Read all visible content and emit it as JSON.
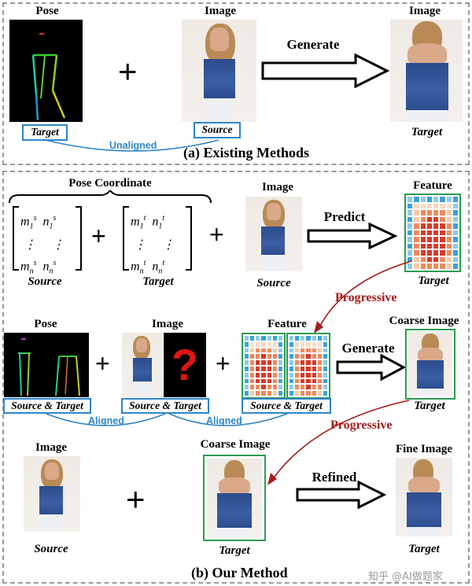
{
  "top_panel": {
    "pose_label": "Pose",
    "image_label": "Image",
    "output_image_label": "Image",
    "target_label": "Target",
    "source_label": "Source",
    "output_target_label": "Target",
    "generate_label": "Generate",
    "unaligned_label": "Unaligned",
    "caption": "(a) Existing Methods"
  },
  "bottom_panel": {
    "pose_coordinate_label": "Pose Coordinate",
    "source_matrix_label": "Source",
    "target_matrix_label": "Target",
    "source_matrix": {
      "m1": "m",
      "n1": "n",
      "sub1": "1",
      "subn": "n",
      "sup": "s"
    },
    "target_matrix": {
      "sup": "t"
    },
    "image_label": "Image",
    "image_source_label": "Source",
    "predict_label": "Predict",
    "feature_label": "Feature",
    "feature_target_label": "Target",
    "progressive_label_1": "Progressive",
    "pose_label": "Pose",
    "image_label_2": "Image",
    "feature_label_2": "Feature",
    "source_target_1": "Source & Target",
    "source_target_2": "Source & Target",
    "source_target_3": "Source & Target",
    "aligned_label_1": "Aligned",
    "aligned_label_2": "Aligned",
    "generate_label": "Generate",
    "coarse_image_label": "Coarse Image",
    "coarse_target_label": "Target",
    "progressive_label_2": "Progressive",
    "image_label_3": "Image",
    "image_source_label_3": "Source",
    "coarse_image_label_2": "Coarse Image",
    "coarse_target_label_2": "Target",
    "refined_label": "Refined",
    "fine_image_label": "Fine Image",
    "fine_target_label": "Target",
    "caption": "(b) Our Method",
    "question_mark": "?",
    "plus": "+"
  },
  "watermark": "知乎 @AI做题家",
  "colors": {
    "accent_blue": "#2e86c8",
    "accent_red": "#a51d1d",
    "frame_green": "#2e9b52",
    "panel_dash": "#9a9a9a"
  }
}
